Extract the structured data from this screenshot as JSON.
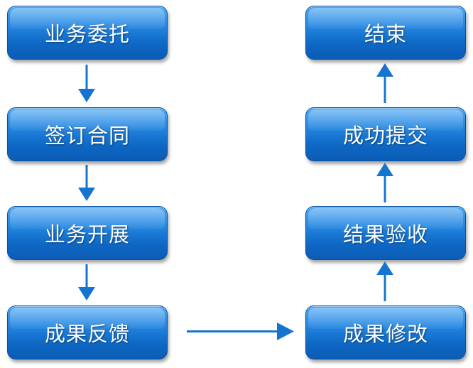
{
  "flow": {
    "left_column": [
      {
        "id": "step-1",
        "label": "业务委托"
      },
      {
        "id": "step-2",
        "label": "签订合同"
      },
      {
        "id": "step-3",
        "label": "业务开展"
      },
      {
        "id": "step-4",
        "label": "成果反馈"
      }
    ],
    "right_column": [
      {
        "id": "step-5",
        "label": "成果修改"
      },
      {
        "id": "step-6",
        "label": "结果验收"
      },
      {
        "id": "step-7",
        "label": "成功提交"
      },
      {
        "id": "step-8",
        "label": "结束"
      }
    ]
  },
  "colors": {
    "node_fill": "#1a7ad6",
    "node_border": "#0a4f9a",
    "arrow": "#1574cf",
    "text": "#ffffff"
  }
}
